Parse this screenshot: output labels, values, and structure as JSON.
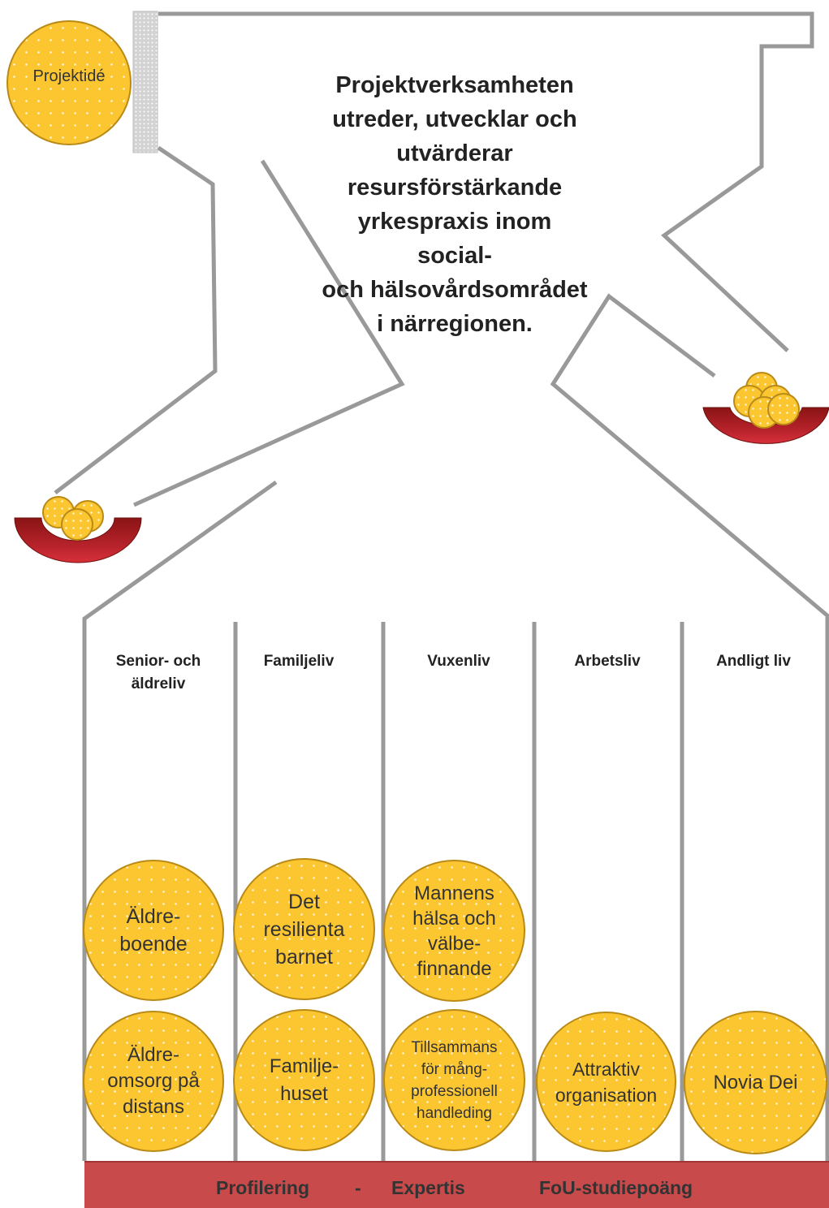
{
  "headline": {
    "lines": [
      "Projektverksamheten",
      "utreder, utvecklar och",
      "utvärderar",
      "resursförstärkande",
      "yrkespraxis inom social-",
      "och hälsovårdsområdet",
      "i närregionen."
    ]
  },
  "start_ball": {
    "label": "Projektidé"
  },
  "columns": [
    {
      "label_lines": [
        "Senior- och",
        "äldreliv"
      ]
    },
    {
      "label_lines": [
        "Familjeliv"
      ]
    },
    {
      "label_lines": [
        "Vuxenliv"
      ]
    },
    {
      "label_lines": [
        "Arbetsliv"
      ]
    },
    {
      "label_lines": [
        "Andligt liv"
      ]
    }
  ],
  "projects": {
    "upper": [
      {
        "lines": [
          "Äldre-",
          "boende"
        ]
      },
      {
        "lines": [
          "Det",
          "resilienta",
          "barnet"
        ]
      },
      {
        "lines": [
          "Mannens",
          "hälsa och",
          "välbe-",
          "finnande"
        ]
      }
    ],
    "lower": [
      {
        "lines": [
          "Äldre-",
          "omsorg på",
          "distans"
        ]
      },
      {
        "lines": [
          "Familje-",
          "huset"
        ]
      },
      {
        "lines": [
          "Tillsammans",
          "för mång-",
          "professionell",
          "handleding"
        ]
      },
      {
        "lines": [
          "Attraktiv",
          "organisation"
        ]
      },
      {
        "lines": [
          "Novia Dei"
        ]
      }
    ]
  },
  "footer": {
    "items": [
      "Profilering",
      "-",
      "Expertis",
      "FoU-studiepoäng"
    ]
  },
  "colors": {
    "ball_fill": "#fcc631",
    "ball_stroke": "#b98a16",
    "chute": "#999999",
    "gate": "#cfcfcf",
    "footer_bar": "#c84a4a",
    "bowl_dark": "#8a1414",
    "bowl_light": "#d8303a"
  }
}
